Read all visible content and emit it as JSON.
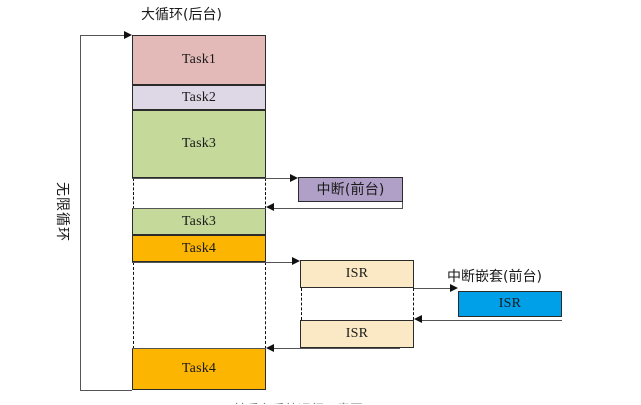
{
  "diagram": {
    "title_top": "大循环(后台)",
    "loop_label": "无限循环",
    "interrupt_label": "中断(前台)",
    "nested_interrupt_label": "中断嵌套(前台)",
    "caption_partial": "前后台系统运行示意图",
    "colors": {
      "task1": "#e3bab7",
      "task2": "#ded7e6",
      "task3": "#c5d99b",
      "task4": "#fcb500",
      "interrupt": "#b0a0c8",
      "isr": "#fae9c4",
      "nested_isr": "#00a0e9",
      "stroke": "#2b2b2b",
      "line": "#555555"
    },
    "background_blocks": [
      {
        "label": "Task1",
        "color_key": "task1"
      },
      {
        "label": "Task2",
        "color_key": "task2"
      },
      {
        "label": "Task3",
        "color_key": "task3"
      },
      {
        "label": "Task3",
        "color_key": "task3"
      },
      {
        "label": "Task4",
        "color_key": "task4"
      },
      {
        "label": "Task4",
        "color_key": "task4"
      }
    ],
    "isr_blocks": [
      {
        "label": "ISR"
      },
      {
        "label": "ISR"
      }
    ],
    "nested_isr_block": {
      "label": "ISR"
    }
  }
}
